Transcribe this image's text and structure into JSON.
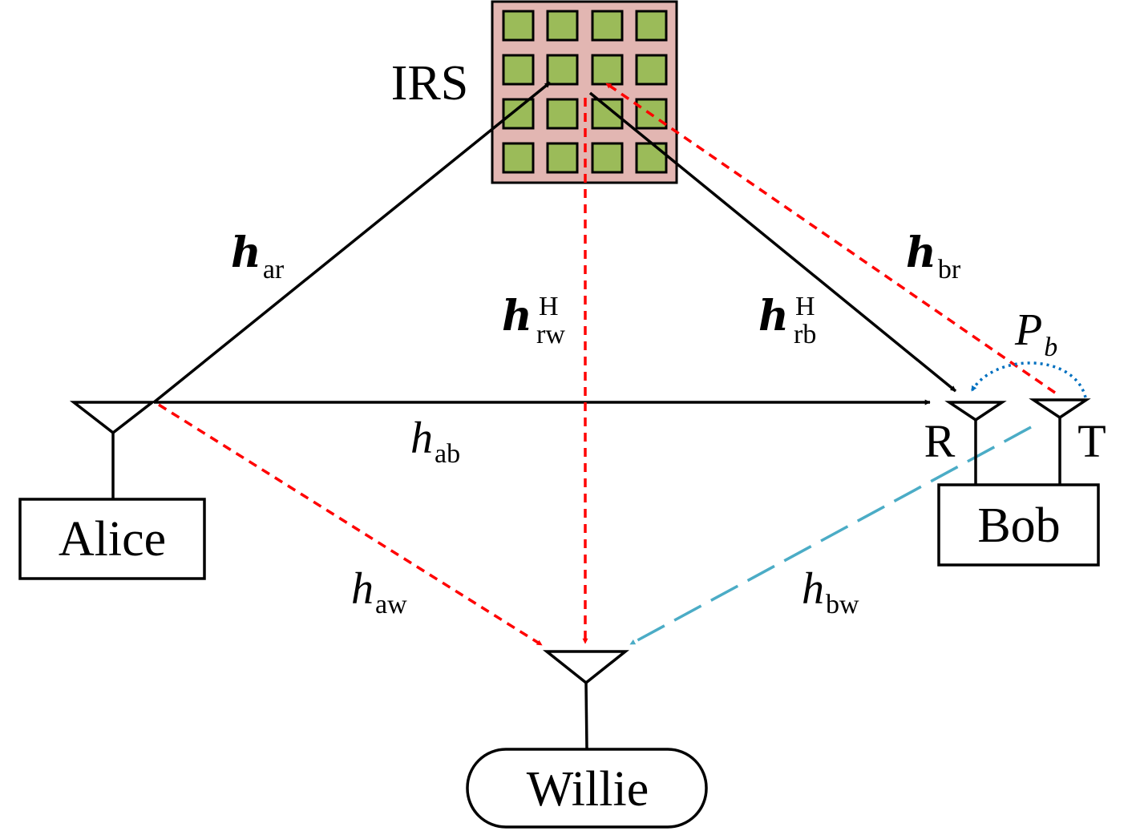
{
  "nodes": {
    "alice": "Alice",
    "bob": "Bob",
    "willie": "Willie",
    "irs": "IRS",
    "receive_antenna": "R",
    "transmit_antenna": "T"
  },
  "channels": {
    "h_ar": {
      "base": "h",
      "sub": "ar",
      "sup": ""
    },
    "h_rw": {
      "base": "h",
      "sub": "rw",
      "sup": "H"
    },
    "h_rb": {
      "base": "h",
      "sub": "rb",
      "sup": "H"
    },
    "h_br": {
      "base": "h",
      "sub": "br",
      "sup": ""
    },
    "h_ab": {
      "base": "h",
      "sub": "ab",
      "sup": ""
    },
    "h_aw": {
      "base": "h",
      "sub": "aw",
      "sup": ""
    },
    "h_bw": {
      "base": "h",
      "sub": "bw",
      "sup": ""
    },
    "p_b": {
      "base": "P",
      "sub": "b",
      "sup": ""
    }
  },
  "colors": {
    "irs_background": "#e2b6b2",
    "irs_element": "#9bbb59",
    "legit_link": "#000000",
    "eavesdrop_link": "#ff0000",
    "jamming_link": "#4bacc6",
    "self_interference": "#0070c0"
  }
}
